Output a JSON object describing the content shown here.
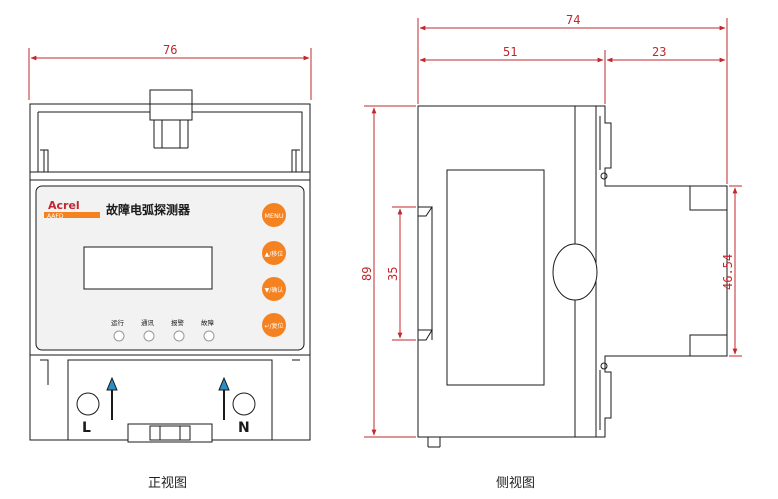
{
  "front_view": {
    "caption": "正视图",
    "width_dim": "76",
    "brand": "Acrel",
    "model": "AAFD",
    "title": "故障电弧探测器",
    "buttons": [
      {
        "label": "MENU"
      },
      {
        "label": "▲/移位"
      },
      {
        "label": "▼/确认"
      },
      {
        "label": "↵/复位"
      }
    ],
    "indicators": [
      "运行",
      "通讯",
      "报警",
      "故障"
    ],
    "terminal_left": "L",
    "terminal_right": "N"
  },
  "side_view": {
    "caption": "侧视图",
    "total_depth_dim": "74",
    "depth_front_dim": "51",
    "depth_rear_dim": "23",
    "height_dim": "89",
    "rail_dim": "35",
    "step_dim": "46.54"
  },
  "colors": {
    "dimension": "#c0282d",
    "button": "#f58220",
    "label_band": "#f58220",
    "line": "#1a1a1a"
  }
}
